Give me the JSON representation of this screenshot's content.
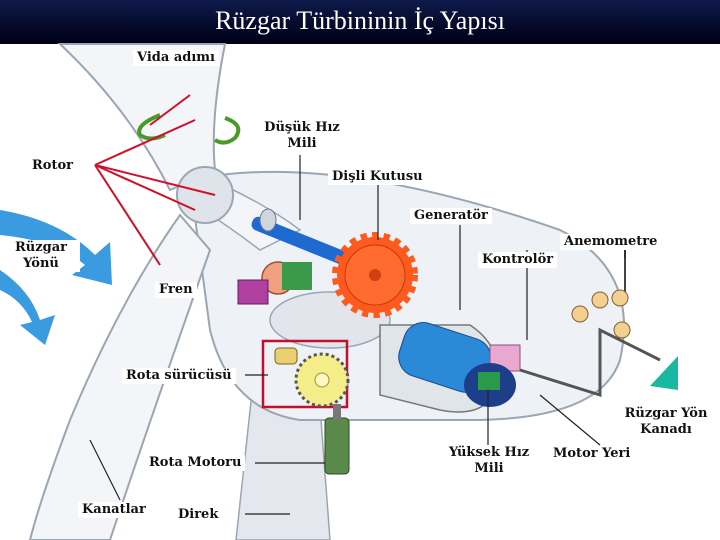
{
  "title": "Rüzgar Türbininin İç Yapısı",
  "labels": {
    "vida_adimi": "Vida adımı",
    "dusuk_hiz_mili_1": "Düşük Hız",
    "dusuk_hiz_mili_2": "Mili",
    "rotor": "Rotor",
    "disli_kutusu": "Dişli Kutusu",
    "generator": "Generatör",
    "anemometre": "Anemometre",
    "ruzgar_yonu_1": "Rüzgar",
    "ruzgar_yonu_2": "Yönü",
    "kontrolor": "Kontrolör",
    "fren": "Fren",
    "rota_surucusu": "Rota sürücüsü",
    "ruzgar_yon_kanadi_1": "Rüzgar Yön",
    "ruzgar_yon_kanadi_2": "Kanadı",
    "rota_motoru": "Rota Motoru",
    "yuksek_hiz_mili_1": "Yüksek Hız",
    "yuksek_hiz_mili_2": "Mili",
    "motor_yeri": "Motor Yeri",
    "kanatlar": "Kanatlar",
    "direk": "Direk"
  },
  "colors": {
    "title_bg": "#0a1440",
    "shaft": "#1e6ad0",
    "gear": "#ff5a1e",
    "generator": "#2a8ad8",
    "wind_arrow": "#3a9be0",
    "callout_line": "#d0102a",
    "vane": "#1ab8a0"
  }
}
